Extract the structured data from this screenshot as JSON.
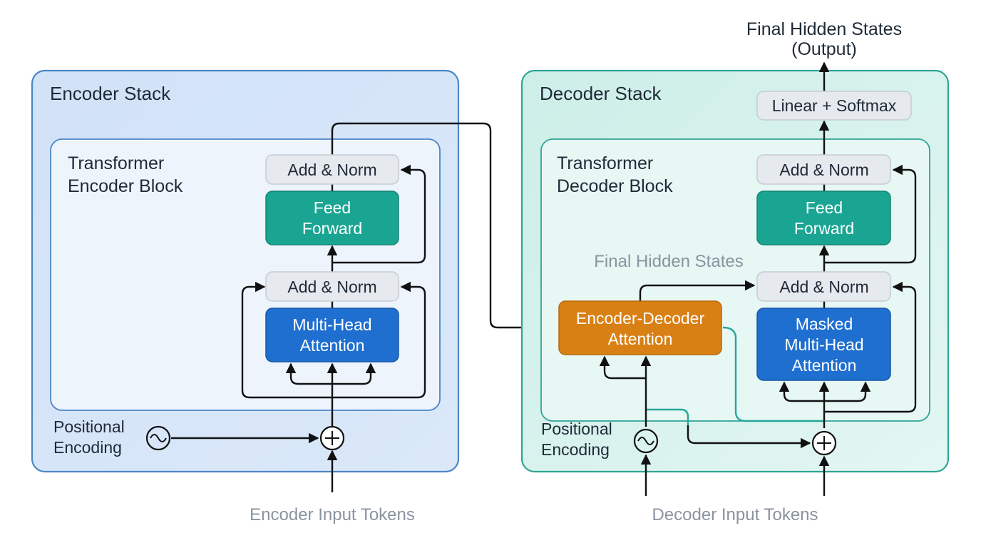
{
  "output": {
    "line1": "Final Hidden States",
    "line2": "(Output)"
  },
  "encoder": {
    "stack_title": "Encoder Stack",
    "block_title_1": "Transformer",
    "block_title_2": "Encoder Block",
    "add_norm_top": "Add & Norm",
    "feed_forward_1": "Feed",
    "feed_forward_2": "Forward",
    "add_norm_bottom": "Add & Norm",
    "attention_1": "Multi-Head",
    "attention_2": "Attention",
    "pos_1": "Positional",
    "pos_2": "Encoding",
    "input_label": "Encoder Input Tokens"
  },
  "decoder": {
    "stack_title": "Decoder Stack",
    "linear_softmax": "Linear + Softmax",
    "block_title_1": "Transformer",
    "block_title_2": "Decoder Block",
    "add_norm_top": "Add & Norm",
    "feed_forward_1": "Feed",
    "feed_forward_2": "Forward",
    "hidden_states_label": "Final Hidden States",
    "add_norm_bottom": "Add & Norm",
    "enc_dec_1": "Encoder-Decoder",
    "enc_dec_2": "Attention",
    "masked_1": "Masked",
    "masked_2": "Multi-Head",
    "masked_3": "Attention",
    "pos_1": "Positional",
    "pos_2": "Encoding",
    "input_label": "Decoder Input Tokens"
  },
  "colors": {
    "encoder_stack_fill": "#d4e4f8",
    "encoder_stack_border": "#4a86c8",
    "decoder_stack_fill": "#d3f1ec",
    "decoder_stack_border": "#2fa596",
    "feed_forward": "#1aa592",
    "attention": "#1f6fd0",
    "enc_dec_attention": "#d98014",
    "add_norm": "#e6e9ee"
  }
}
